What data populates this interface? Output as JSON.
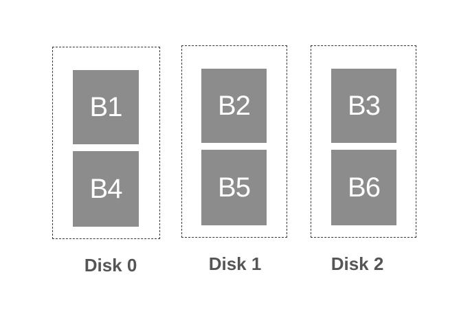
{
  "disks": [
    {
      "label": "Disk 0",
      "blocks": [
        "B1",
        "B4"
      ]
    },
    {
      "label": "Disk 1",
      "blocks": [
        "B2",
        "B5"
      ]
    },
    {
      "label": "Disk 2",
      "blocks": [
        "B3",
        "B6"
      ]
    }
  ],
  "colors": {
    "block_fill": "#8c8c8c",
    "block_text": "#ffffff",
    "label_text": "#555555",
    "border": "#333333"
  }
}
